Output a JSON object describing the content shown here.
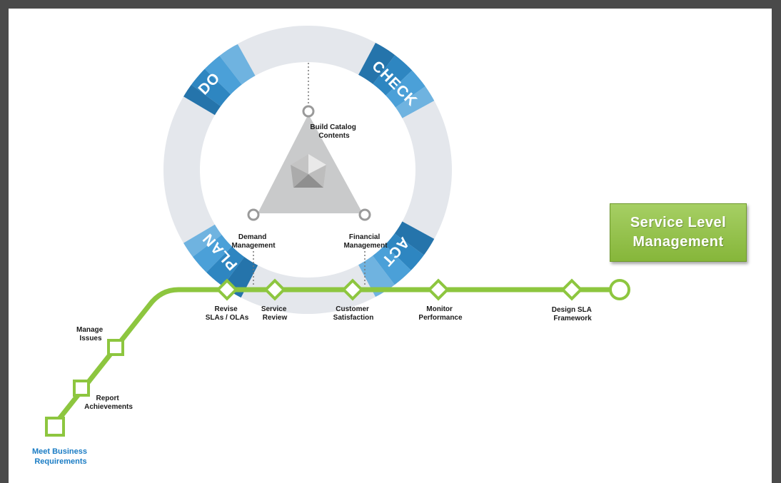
{
  "title": "Service Level\nManagement",
  "cycle_phases": {
    "plan": "PLAN",
    "do": "DO",
    "check": "CHECK",
    "act": "ACT"
  },
  "hub_nodes": {
    "top": [
      "Build Catalog",
      "Contents"
    ],
    "left": [
      "Demand",
      "Management"
    ],
    "right": [
      "Financial",
      "Management"
    ]
  },
  "track_stops": {
    "meet_business": [
      "Meet Business",
      "Requirements"
    ],
    "report": [
      "Report",
      "Achievements"
    ],
    "manage_issues": [
      "Manage",
      "Issues"
    ],
    "revise": [
      "Revise",
      "SLAs / OLAs"
    ],
    "service_review": [
      "Service",
      "Review"
    ],
    "customer_satisfaction": [
      "Customer",
      "Satisfaction"
    ],
    "monitor": [
      "Monitor",
      "Performance"
    ],
    "design": [
      "Design SLA",
      "Framework"
    ]
  },
  "colors": {
    "frame": "#4a4a4a",
    "track": "#8dc63f",
    "ring": "#e4e7ec",
    "phase_blue": "#2e86c1",
    "highlight_label": "#1a7cc4",
    "title_box": "#8dc63f"
  }
}
